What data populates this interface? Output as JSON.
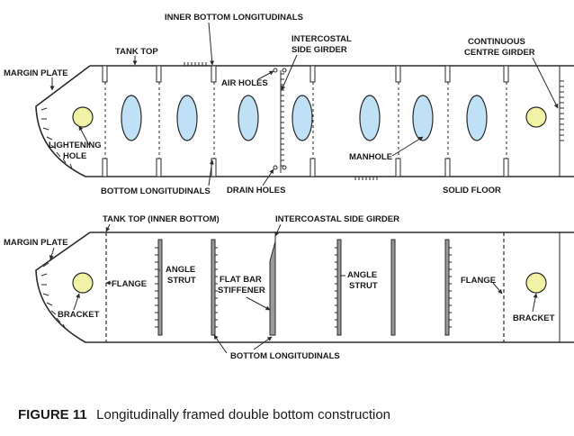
{
  "upper_diagram": {
    "labels": {
      "inner_bottom_longitudinals": "INNER BOTTOM LONGITUDINALS",
      "tank_top": "TANK TOP",
      "intercostal_side_girder_line1": "INTERCOSTAL",
      "intercostal_side_girder_line2": "SIDE GIRDER",
      "continuous_centre_girder_line1": "CONTINUOUS",
      "continuous_centre_girder_line2": "CENTRE GIRDER",
      "margin_plate": "MARGIN PLATE",
      "air_holes": "AIR HOLES",
      "lightening_hole_line1": "LIGHTENING",
      "lightening_hole_line2": "HOLE",
      "manhole": "MANHOLE",
      "bottom_longitudinals": "BOTTOM LONGITUDINALS",
      "drain_holes": "DRAIN HOLES",
      "solid_floor": "SOLID FLOOR"
    }
  },
  "lower_diagram": {
    "labels": {
      "tank_top_inner_bottom": "TANK TOP (INNER BOTTOM)",
      "intercoastal_side_girder": "INTERCOASTAL SIDE GIRDER",
      "margin_plate": "MARGIN PLATE",
      "flange_left": "FLANGE",
      "angle_strut_left_line1": "ANGLE",
      "angle_strut_left_line2": "STRUT",
      "flat_bar_stiffener_line1": "FLAT BAR",
      "flat_bar_stiffener_line2": "STIFFENER",
      "angle_strut_right_line1": "ANGLE",
      "angle_strut_right_line2": "STRUT",
      "flange_right": "FLANGE",
      "bracket_left": "BRACKET",
      "bracket_right": "BRACKET",
      "bottom_longitudinals": "BOTTOM LONGITUDINALS"
    }
  },
  "caption": {
    "figure_number": "FIGURE 11",
    "text": "Longitudinally framed double bottom construction"
  },
  "colors": {
    "outline": "#2a2a2a",
    "manhole_fill": "#bfe0f5",
    "lightening_hole_fill": "#f2f2a6",
    "girder_fill": "#9a9a9a"
  }
}
